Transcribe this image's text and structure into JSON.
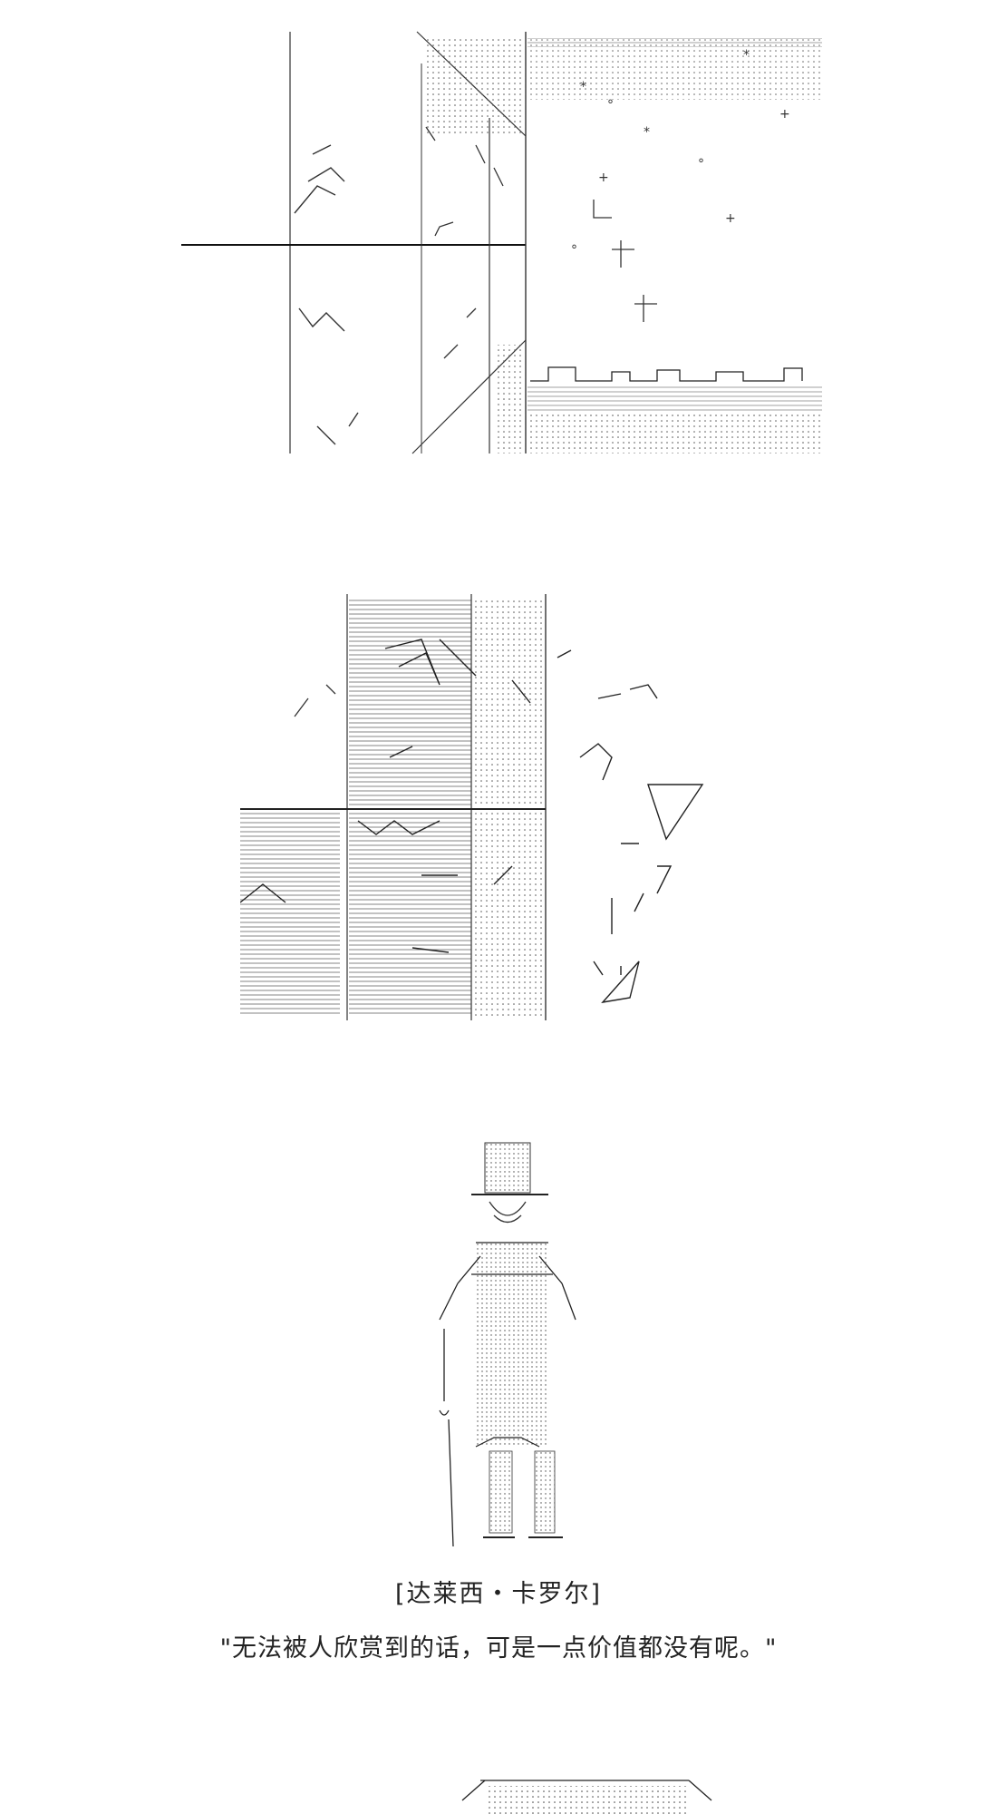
{
  "figure_caption": {
    "name": "[达莱西・卡罗尔]",
    "quote": "\"无法被人欣赏到的话，可是一点价值都没有呢。\""
  },
  "artworks": [
    {
      "id": "top",
      "depicts": "stage-curtain-starry-night-icon"
    },
    {
      "id": "middle",
      "depicts": "broken-window-icon"
    },
    {
      "id": "figure",
      "depicts": "top-hat-gentleman-icon"
    },
    {
      "id": "bottom",
      "depicts": "partial-artwork-icon"
    }
  ]
}
